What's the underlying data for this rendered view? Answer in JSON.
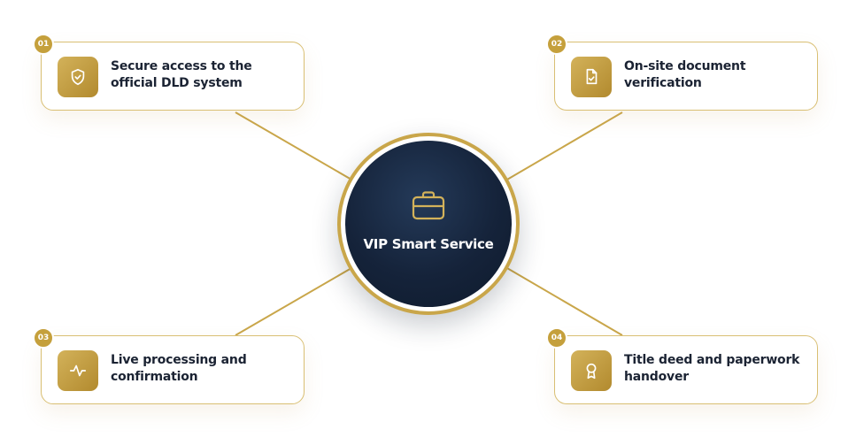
{
  "hub": {
    "title": "VIP Smart Service",
    "icon": "briefcase-icon"
  },
  "steps": [
    {
      "number": "01",
      "label": "Secure access to the official DLD system",
      "icon": "shield-check-icon"
    },
    {
      "number": "02",
      "label": "On-site document verification",
      "icon": "document-check-icon"
    },
    {
      "number": "03",
      "label": "Live processing and confirmation",
      "icon": "activity-pulse-icon"
    },
    {
      "number": "04",
      "label": "Title deed and paperwork handover",
      "icon": "award-badge-icon"
    }
  ],
  "colors": {
    "gold": "#c5a03c",
    "navy": "#15233a",
    "text": "#1b2333"
  }
}
